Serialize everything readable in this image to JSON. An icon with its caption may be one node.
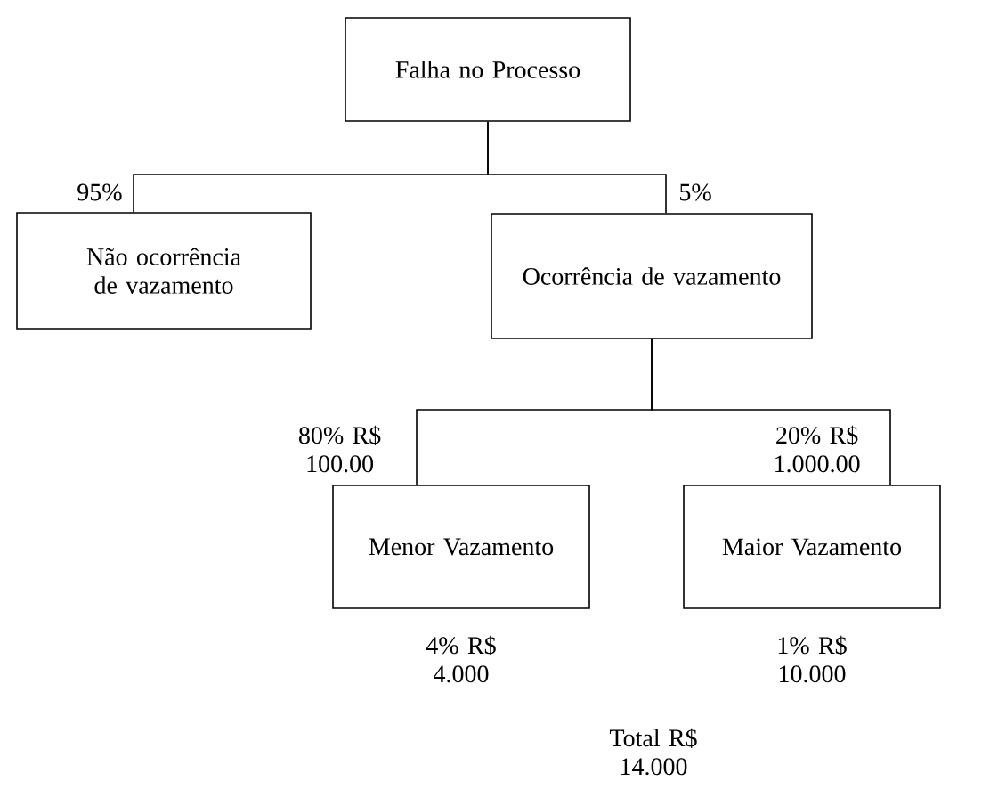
{
  "diagram": {
    "nodes": [
      {
        "text": [
          "Falha no Processo"
        ]
      },
      {
        "text": [
          "Não ocorrência de vazamento"
        ]
      },
      {
        "text": [
          "Ocorrência de vazamento"
        ]
      },
      {
        "text": [
          "Menor Vazamento"
        ],
        "beside": [
          "4% R$ 4.000"
        ]
      },
      {
        "text": [
          "Maior Vazamento"
        ],
        "beside": [
          "1% R$ 10.000"
        ]
      }
    ],
    "edges": [
      {
        "from": 0,
        "to": 1,
        "arrow": "none",
        "label": "95%"
      },
      {
        "from": 0,
        "to": 2,
        "arrow": "none",
        "label": "5%"
      },
      {
        "from": 2,
        "to": 3,
        "arrow": "none",
        "label": "80% R$ 100.00"
      },
      {
        "from": 2,
        "to": 4,
        "arrow": "none",
        "label": "20% R$ 1.000.00"
      }
    ],
    "labels": [
      "Total R$ 14.000"
    ]
  }
}
